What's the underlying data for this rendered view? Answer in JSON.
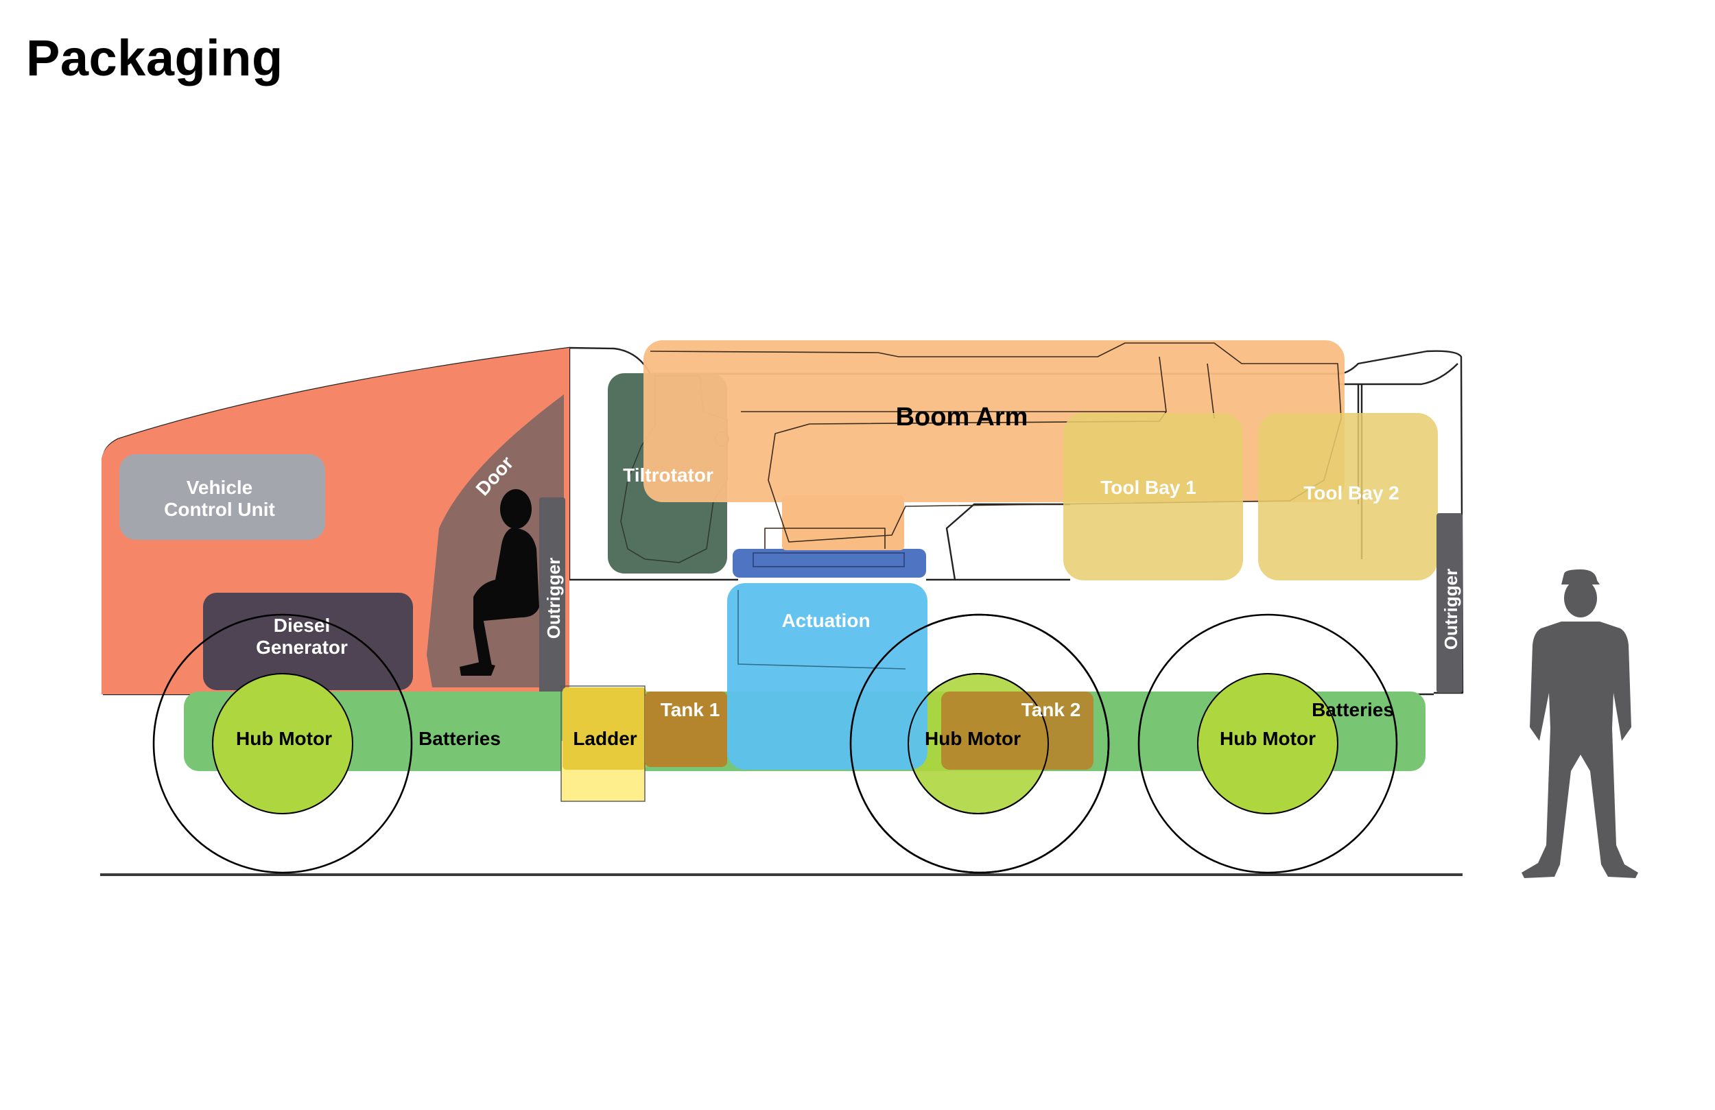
{
  "title": "Packaging",
  "colors": {
    "cab": "#F58768",
    "door": "#8C6A63",
    "vcu": "#A3A6AD",
    "generator": "#4F4454",
    "batteries": "#78C673",
    "hub_motor": "#AED63E",
    "ladder": "#E7CB3C",
    "ladder_step": "#FEEF8C",
    "tank": "#B5852E",
    "actuation": "#5CC1EE",
    "actuation_base": "#4F74C2",
    "tiltrotator": "#4E6C5B",
    "boom_arm": "#F9BD83",
    "tool_bay": "#E8CE6F",
    "outrigger": "#5E5E62",
    "silhouette": "#5A5A5C"
  },
  "labels": {
    "vcu": "Vehicle\nControl Unit",
    "generator": "Diesel\nGenerator",
    "door": "Door",
    "outrigger_front": "Outrigger",
    "outrigger_rear": "Outrigger",
    "tiltrotator": "Tiltrotator",
    "boom_arm": "Boom Arm",
    "tool_bay_1": "Tool  Bay 1",
    "tool_bay_2": "Tool Bay 2",
    "actuation": "Actuation",
    "batteries_front": "Batteries",
    "batteries_rear": "Batteries",
    "ladder": "Ladder",
    "tank_1": "Tank 1",
    "tank_2": "Tank 2",
    "hub_motor_1": "Hub Motor",
    "hub_motor_2": "Hub Motor",
    "hub_motor_3": "Hub Motor"
  }
}
